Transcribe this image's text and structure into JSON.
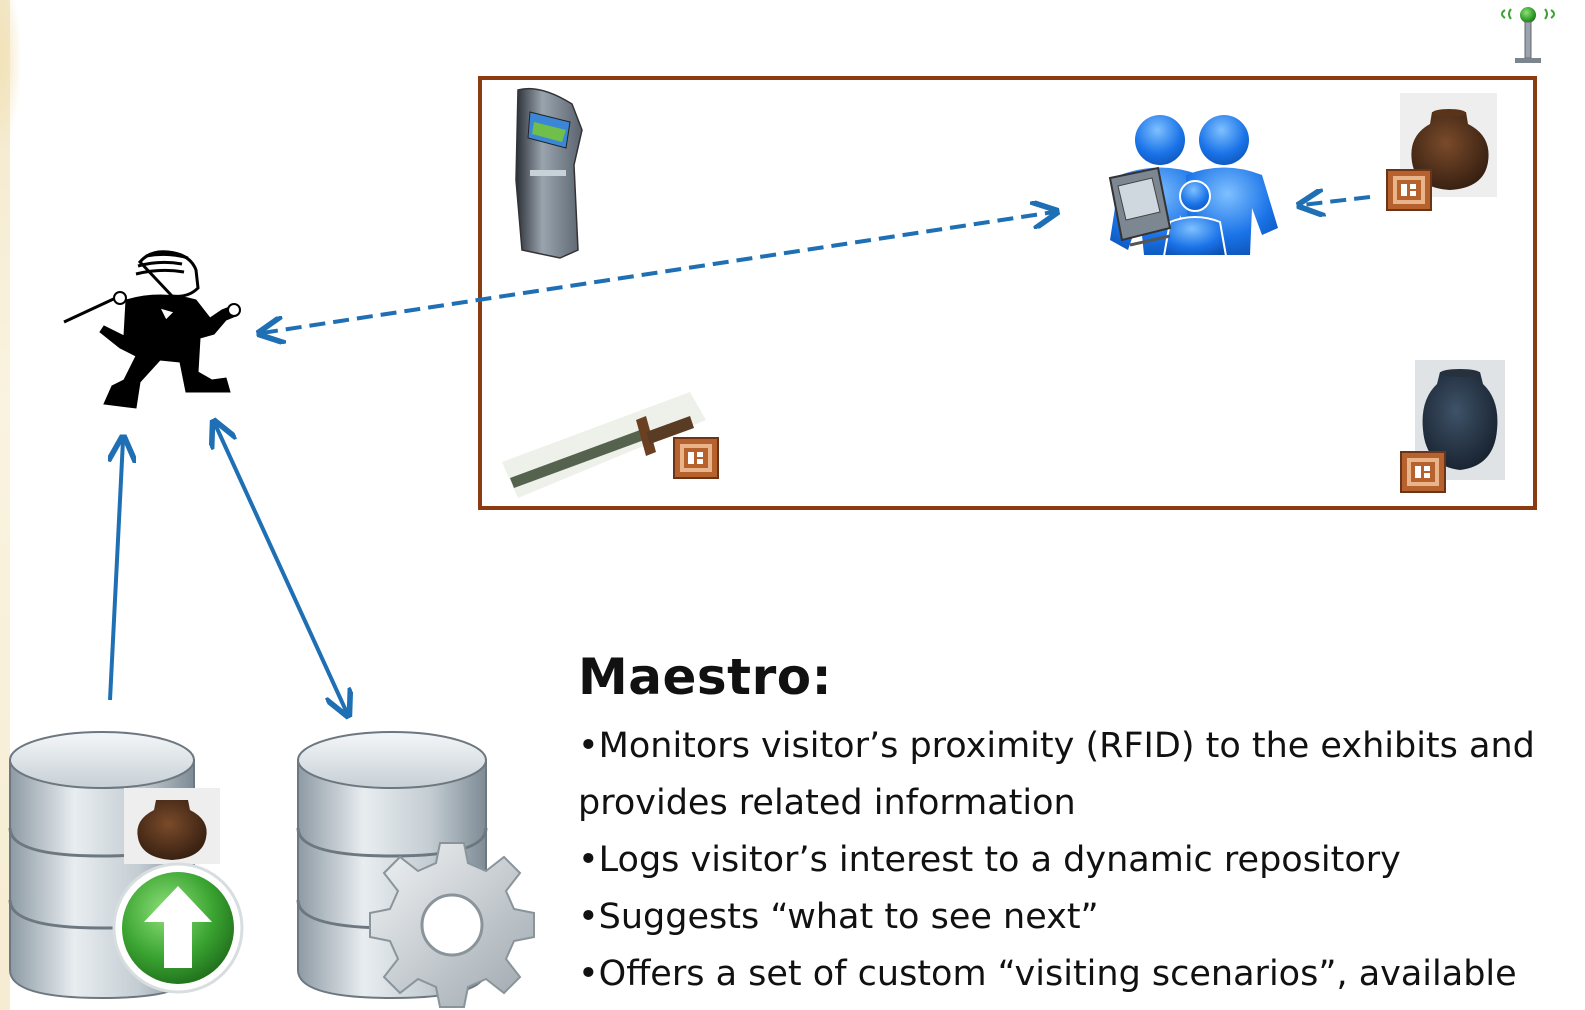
{
  "title": "Maestro:",
  "bullets": [
    "•Monitors visitor’s proximity (RFID) to the exhibits and",
    "provides related information",
    "•Logs visitor’s interest to a dynamic repository",
    "•Suggests “what to see next”",
    "•Offers a set of custom “visiting scenarios”, available"
  ],
  "colors": {
    "arrow": "#1f6fb5",
    "room_border": "#8b3a12",
    "rfid_tag": "#b5622f",
    "people": "#1a73e8",
    "upload_green": "#3aa431",
    "db_silver": "#b8c4cc"
  },
  "icons": [
    "antenna-icon",
    "kiosk-icon",
    "visitors-icon",
    "pda-icon",
    "vase-brown-icon",
    "vase-blue-icon",
    "sword-icon",
    "rfid-tag-icon",
    "conductor-icon",
    "database-upload-icon",
    "database-settings-icon",
    "upload-arrow-icon",
    "gear-icon"
  ]
}
